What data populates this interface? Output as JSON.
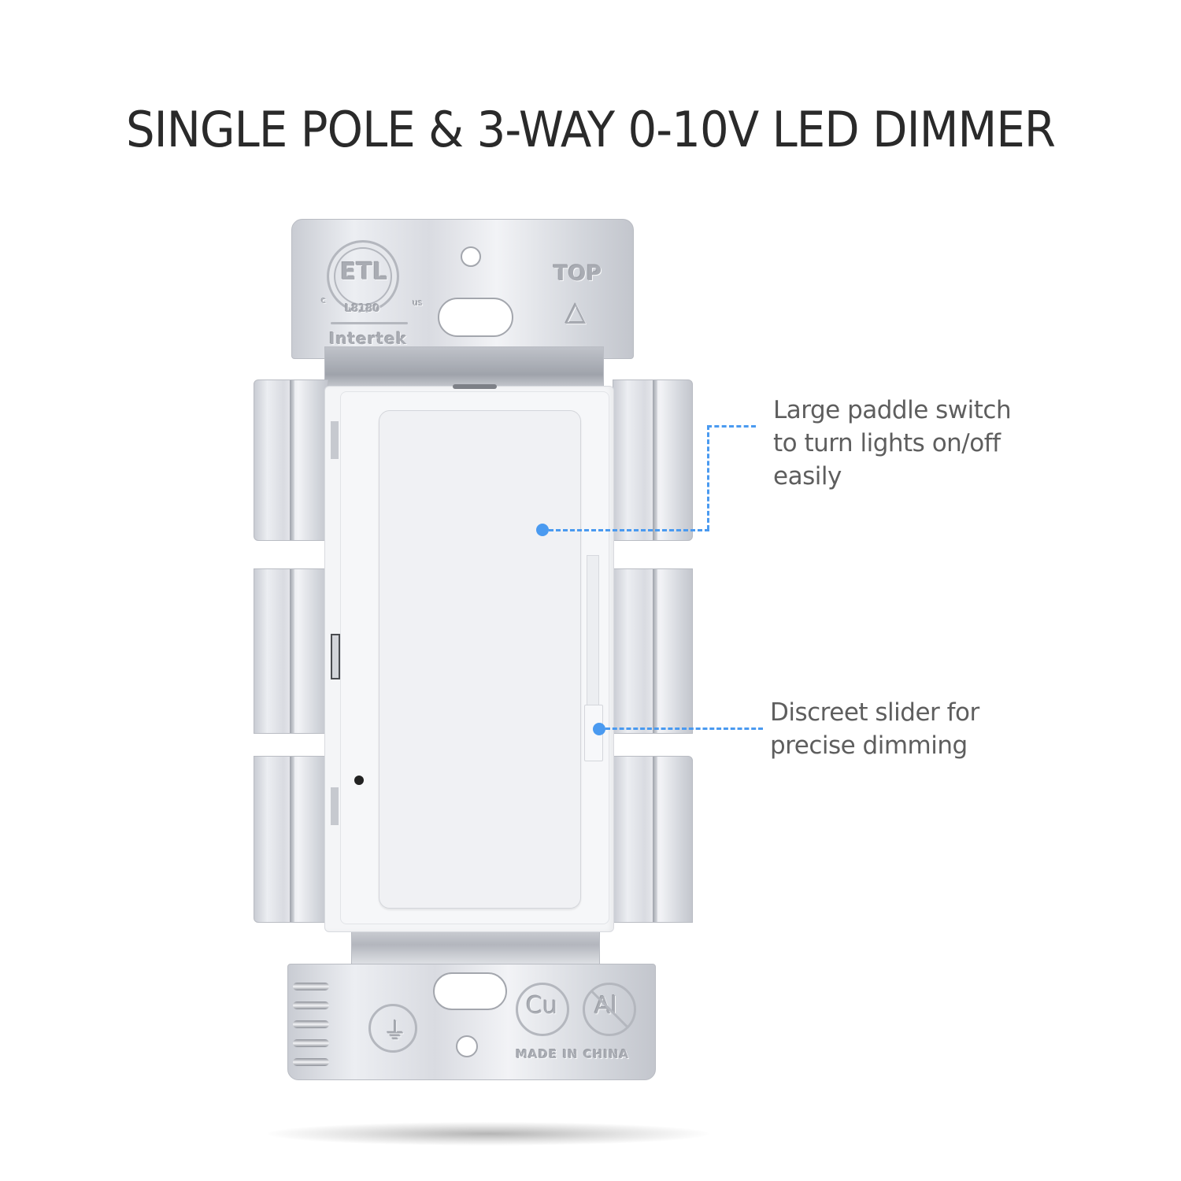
{
  "title": "SINGLE POLE & 3-WAY 0-10V LED DIMMER",
  "product": {
    "name": "0-10V LED dimmer switch",
    "top_strap": {
      "certification_mark": "ETL",
      "certification_c": "c",
      "certification_us": "us",
      "certification_number": "L8180",
      "certification_brand": "Intertek",
      "orientation_label": "TOP",
      "orientation_icon": "triangle-up-icon",
      "orientation_glyph": "△"
    },
    "bottom_strap": {
      "ground_icon": "ground-symbol-icon",
      "ground_glyph": "⏚",
      "copper_mark": "Cu",
      "aluminum_mark": "Al",
      "origin_label": "MADE IN CHINA"
    },
    "controls": {
      "paddle": "paddle-switch",
      "slider": "dimming-slider",
      "indicator": "led-indicator"
    }
  },
  "callouts": [
    {
      "id": "paddle",
      "lines": [
        "Large paddle switch",
        "to turn lights on/off",
        "easily"
      ],
      "color": "#4a9af0"
    },
    {
      "id": "slider",
      "lines": [
        "Discreet slider for",
        "precise dimming"
      ],
      "color": "#4a9af0"
    }
  ],
  "colors": {
    "title_text": "#2a2a2a",
    "callout_text": "#5e5e5e",
    "callout_accent": "#4a9af0",
    "background": "#ffffff"
  }
}
